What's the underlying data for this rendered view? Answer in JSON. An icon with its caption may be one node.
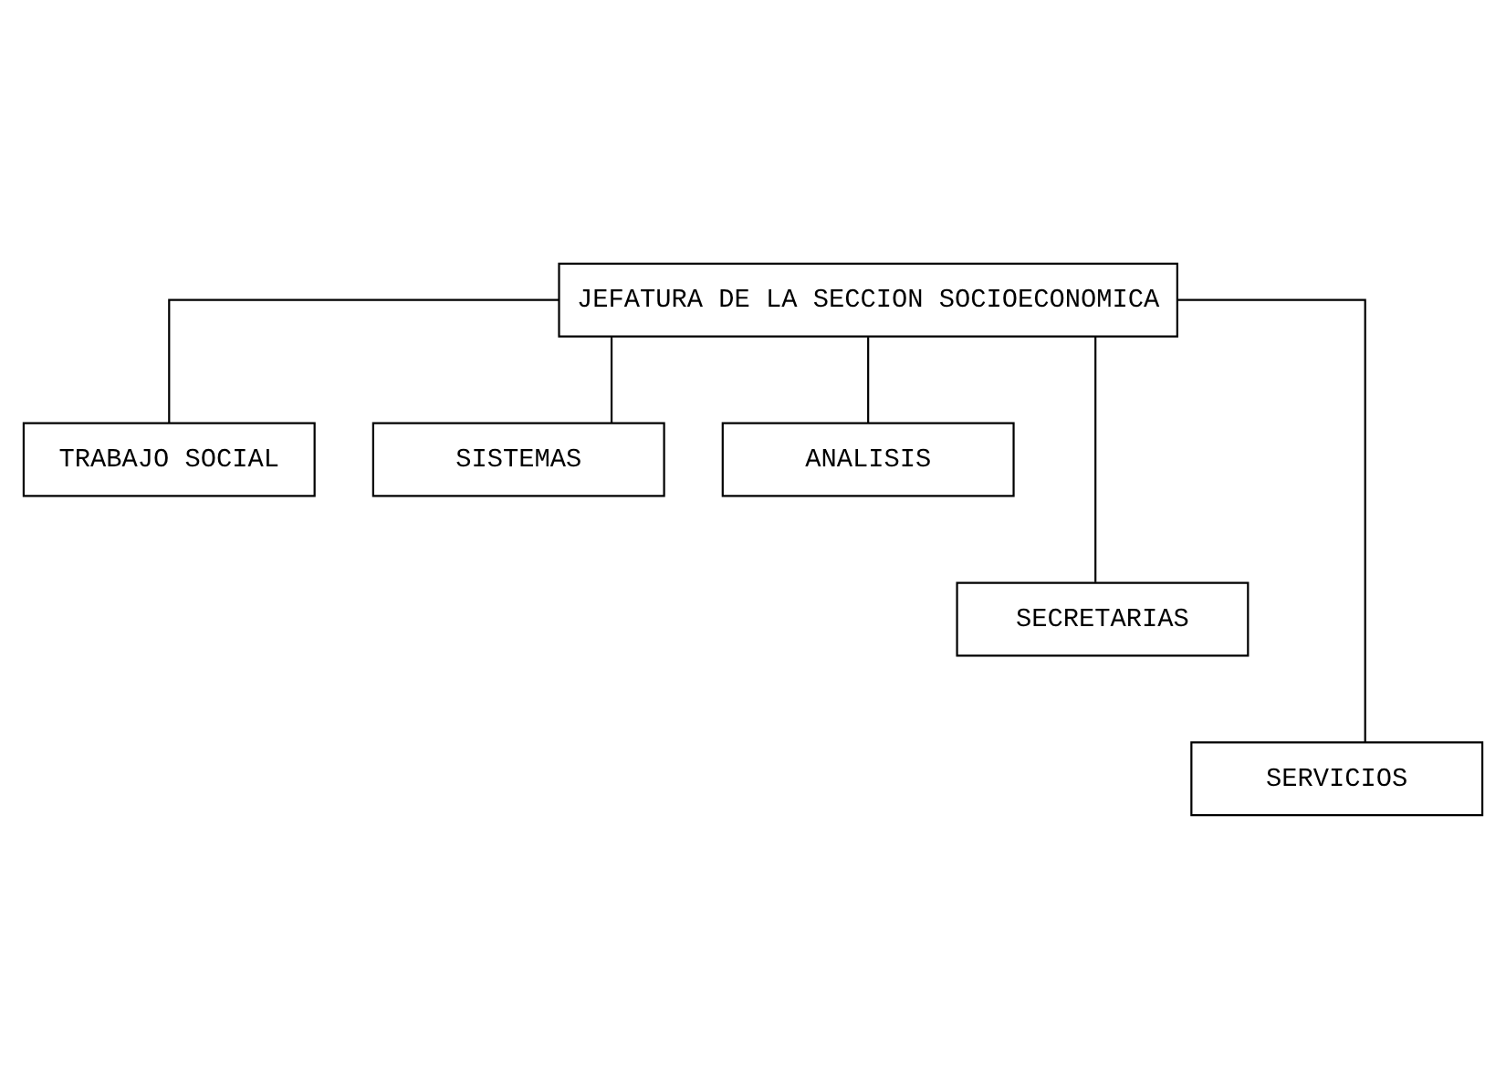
{
  "diagram": {
    "nodes": [
      {
        "text": [
          "JEFATURA DE LA SECCION SOCIOECONOMICA"
        ]
      },
      {
        "text": [
          "TRABAJO SOCIAL"
        ]
      },
      {
        "text": [
          "SISTEMAS"
        ]
      },
      {
        "text": [
          "ANALISIS"
        ]
      },
      {
        "text": [
          "SECRETARIAS"
        ]
      },
      {
        "text": [
          "SERVICIOS"
        ]
      }
    ],
    "edges": [
      {
        "from": 0,
        "to": 1,
        "arrow": "none"
      },
      {
        "from": 0,
        "to": 2,
        "arrow": "none"
      },
      {
        "from": 0,
        "to": 3,
        "arrow": "none"
      },
      {
        "from": 0,
        "to": 4,
        "arrow": "none"
      },
      {
        "from": 0,
        "to": 5,
        "arrow": "none"
      }
    ]
  }
}
